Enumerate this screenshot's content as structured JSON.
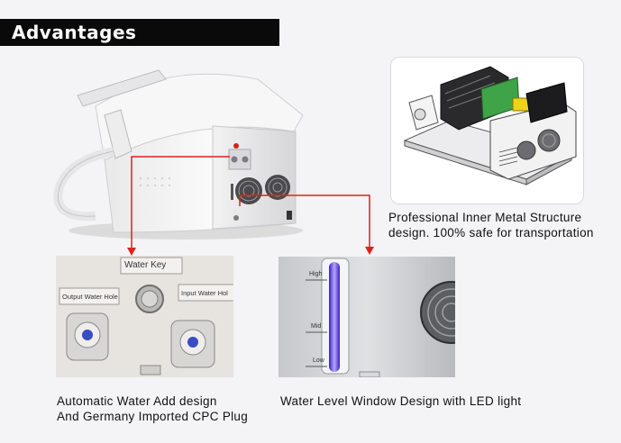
{
  "header": {
    "title": "Advantages"
  },
  "captions": {
    "metal_structure": [
      "Professional Inner Metal Structure",
      "design. 100% safe for transportation"
    ],
    "water_add": [
      "Automatic Water Add design",
      "And Germany Imported CPC Plug"
    ],
    "water_level": "Water Level Window Design with LED light"
  },
  "photo_labels": {
    "water_key": "Water Key",
    "output_water_hole": "Output Water Hole",
    "input_water_hole": "Input Water Hol",
    "level_high": "High",
    "level_mid": "Mid",
    "level_low": "Low"
  },
  "colors": {
    "arrow": "#e0201c",
    "banner_bg": "#0a0a0a",
    "led": "#6a3cff"
  }
}
